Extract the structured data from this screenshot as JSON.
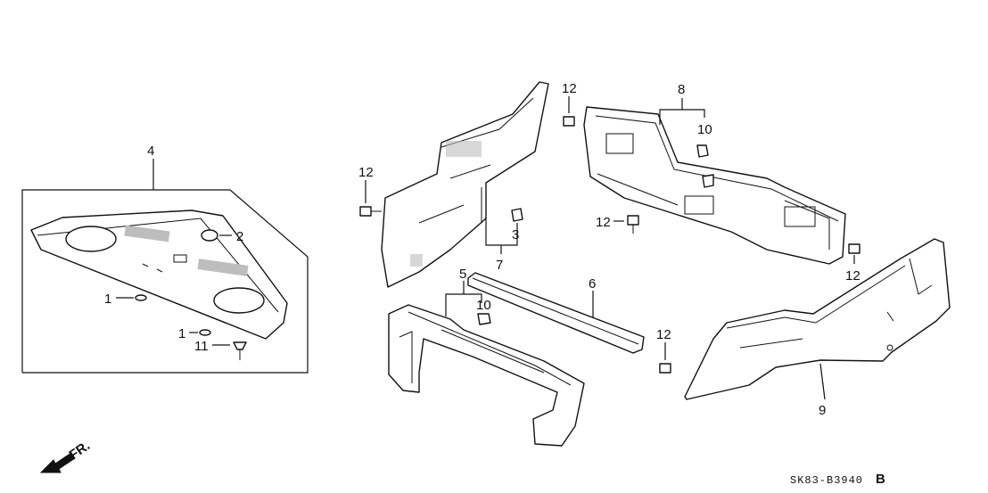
{
  "callouts": {
    "c1a": "1",
    "c1b": "1",
    "c2": "2",
    "c3": "3",
    "c4": "4",
    "c5": "5",
    "c6": "6",
    "c7": "7",
    "c8": "8",
    "c9": "9",
    "c10a": "10",
    "c10b": "10",
    "c11": "11",
    "c12a": "12",
    "c12b": "12",
    "c12c": "12",
    "c12d": "12",
    "c12e": "12"
  },
  "direction_label": "FR.",
  "diagram_code": "SK83-B3940",
  "diagram_code_suffix": "B"
}
